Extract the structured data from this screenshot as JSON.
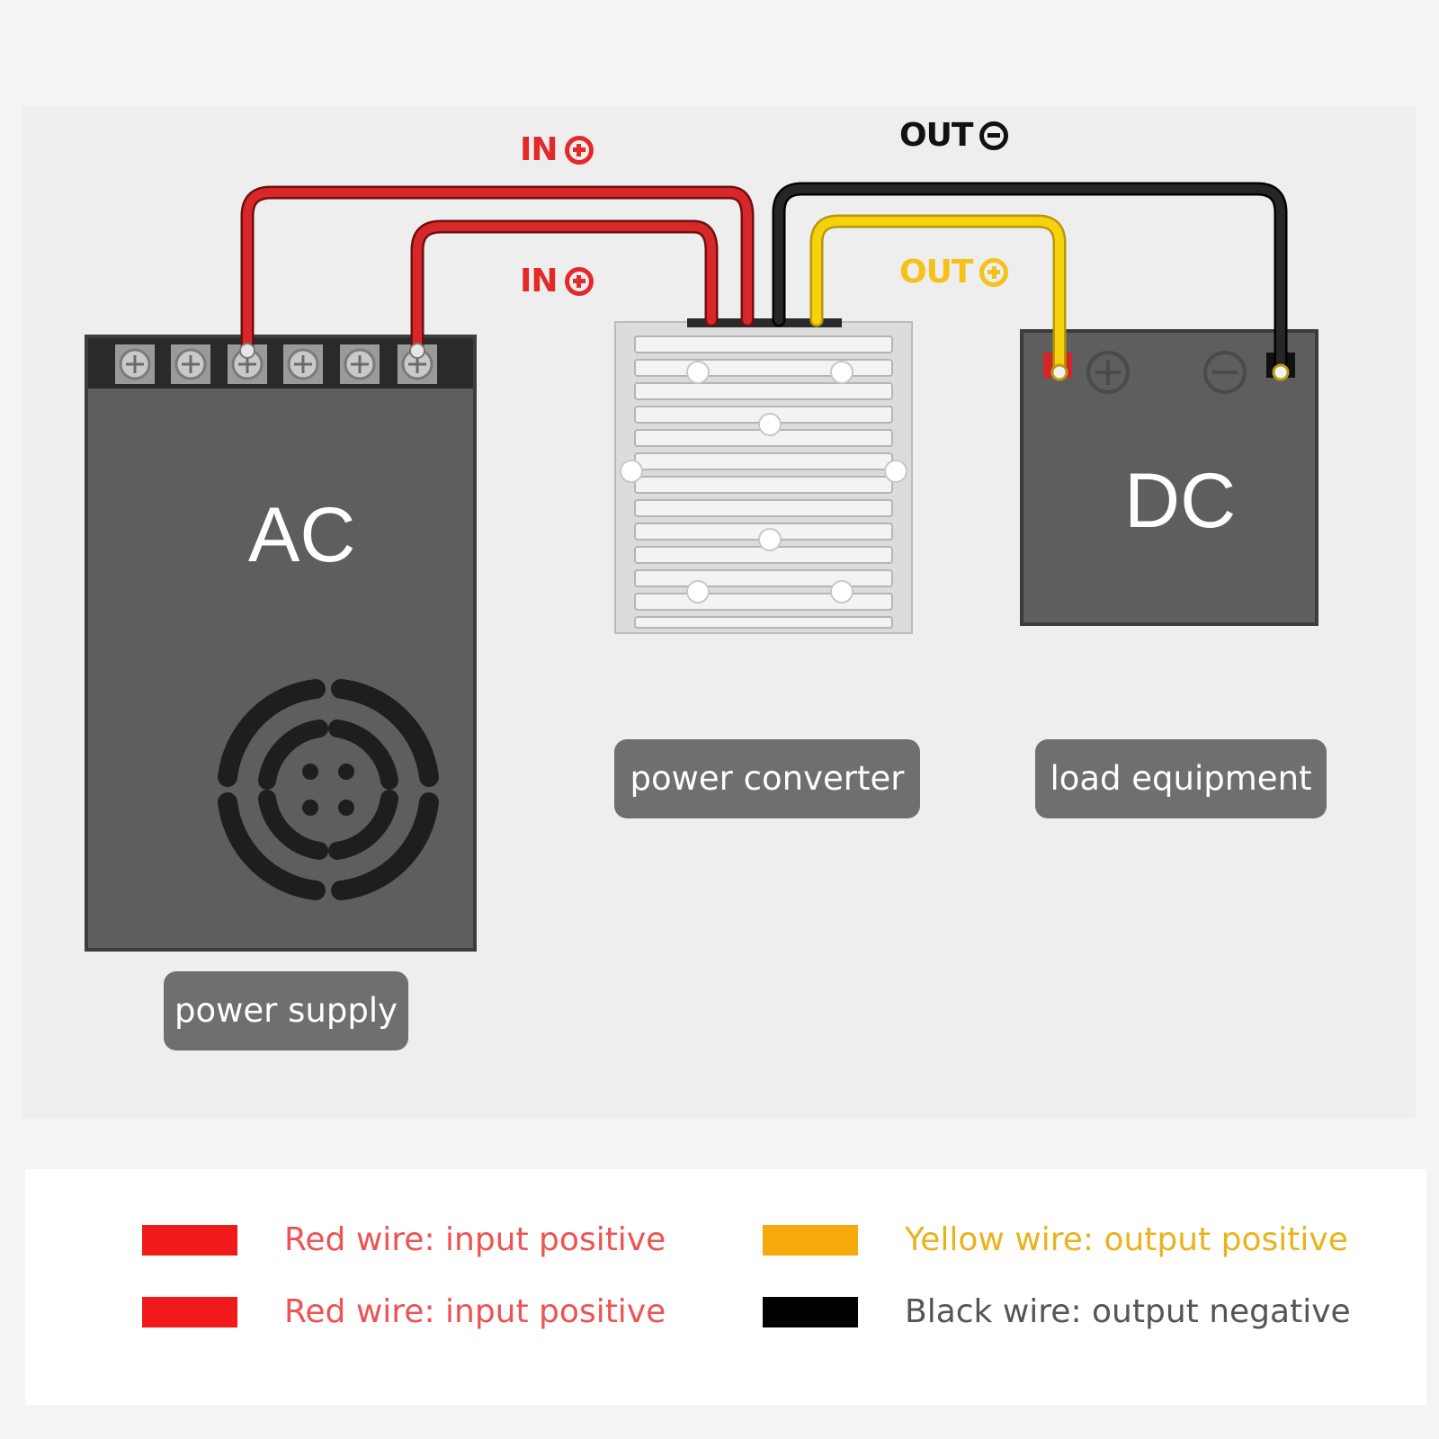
{
  "labels": {
    "ac": "AC",
    "dc": "DC",
    "power_supply": "power supply",
    "power_converter": "power converter",
    "load_equipment": "load equipment"
  },
  "terminals": {
    "in_top": {
      "text": "IN",
      "symbol": "plus",
      "color": "#e32a2a"
    },
    "in_mid": {
      "text": "IN",
      "symbol": "plus",
      "color": "#e32a2a"
    },
    "out_neg": {
      "text": "OUT",
      "symbol": "minus",
      "color": "#111111"
    },
    "out_pos": {
      "text": "OUT",
      "symbol": "plus",
      "color": "#f4c21a"
    }
  },
  "colors": {
    "red_wire": "#d62828",
    "yellow_wire": "#f5d20c",
    "black_wire": "#151515",
    "device_body": "#5d5d5d",
    "label_pill": "#6f6f6f"
  },
  "legend": [
    {
      "text": "Red wire: input positive",
      "swatch": "#f01a1a",
      "text_color": "#ee5353"
    },
    {
      "text": "Yellow wire: output positive",
      "swatch": "#f5a90a",
      "text_color": "#e9b31b"
    },
    {
      "text": "Red wire: input positive",
      "swatch": "#f01a1a",
      "text_color": "#ee5353"
    },
    {
      "text": "Black wire: output negative",
      "swatch": "#000000",
      "text_color": "#555555"
    }
  ]
}
